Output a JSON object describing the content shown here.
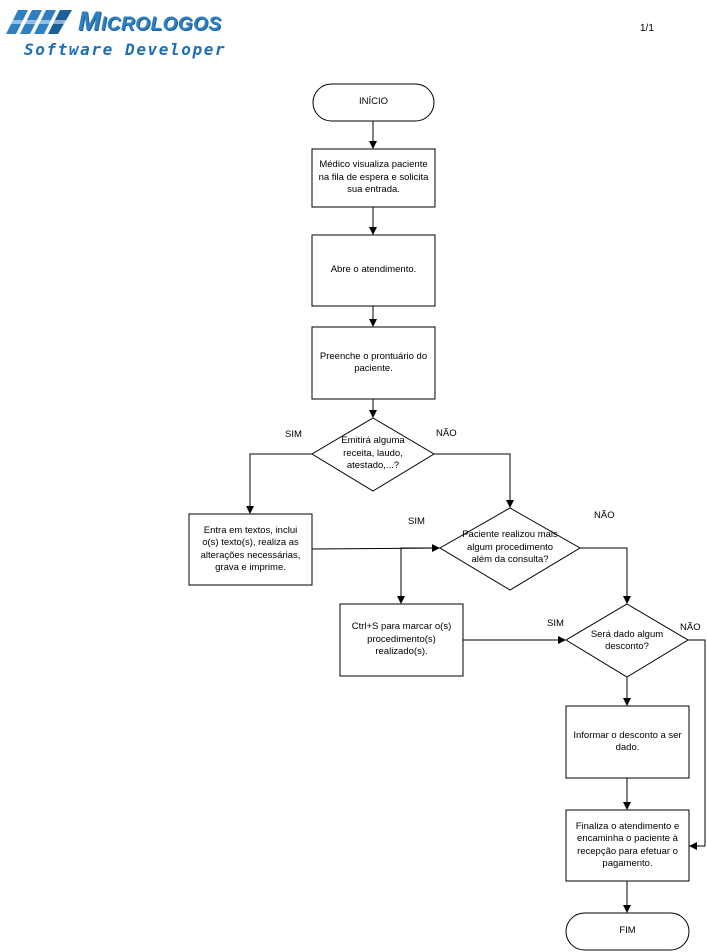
{
  "header": {
    "logo_name": "Micrologos",
    "logo_tagline": "Software Developer",
    "page_number": "1/1"
  },
  "colors": {
    "brand": "#2f7fc1",
    "line": "#000000",
    "fill": "#ffffff"
  },
  "flow": {
    "start": "INÍCIO",
    "step1": "Médico visualiza paciente na fila de espera e solicita sua entrada.",
    "step2": "Abre o atendimento.",
    "step3": "Preenche o prontuário do paciente.",
    "decision1": "Emitirá alguma receita, laudo, atestado,...?",
    "step_texts": "Entra em textos, inclui o(s) texto(s), realiza as alterações necessárias, grava e imprime.",
    "decision2": "Paciente realizou mais algum procedimento além da consulta?",
    "step_procedures": "Ctrl+S para marcar o(s) procedimento(s) realizado(s).",
    "decision3": "Será dado algum desconto?",
    "step_discount": "Informar o desconto a ser dado.",
    "step_finish": "Finaliza o atendimento e encaminha o paciente à recepção para efetuar o pagamento.",
    "end": "FIM"
  },
  "edge_labels": {
    "d1_yes": "SIM",
    "d1_no": "NÃO",
    "d2_yes": "SIM",
    "d2_no": "NÃO",
    "d3_yes": "SIM",
    "d3_no": "NÃO"
  }
}
